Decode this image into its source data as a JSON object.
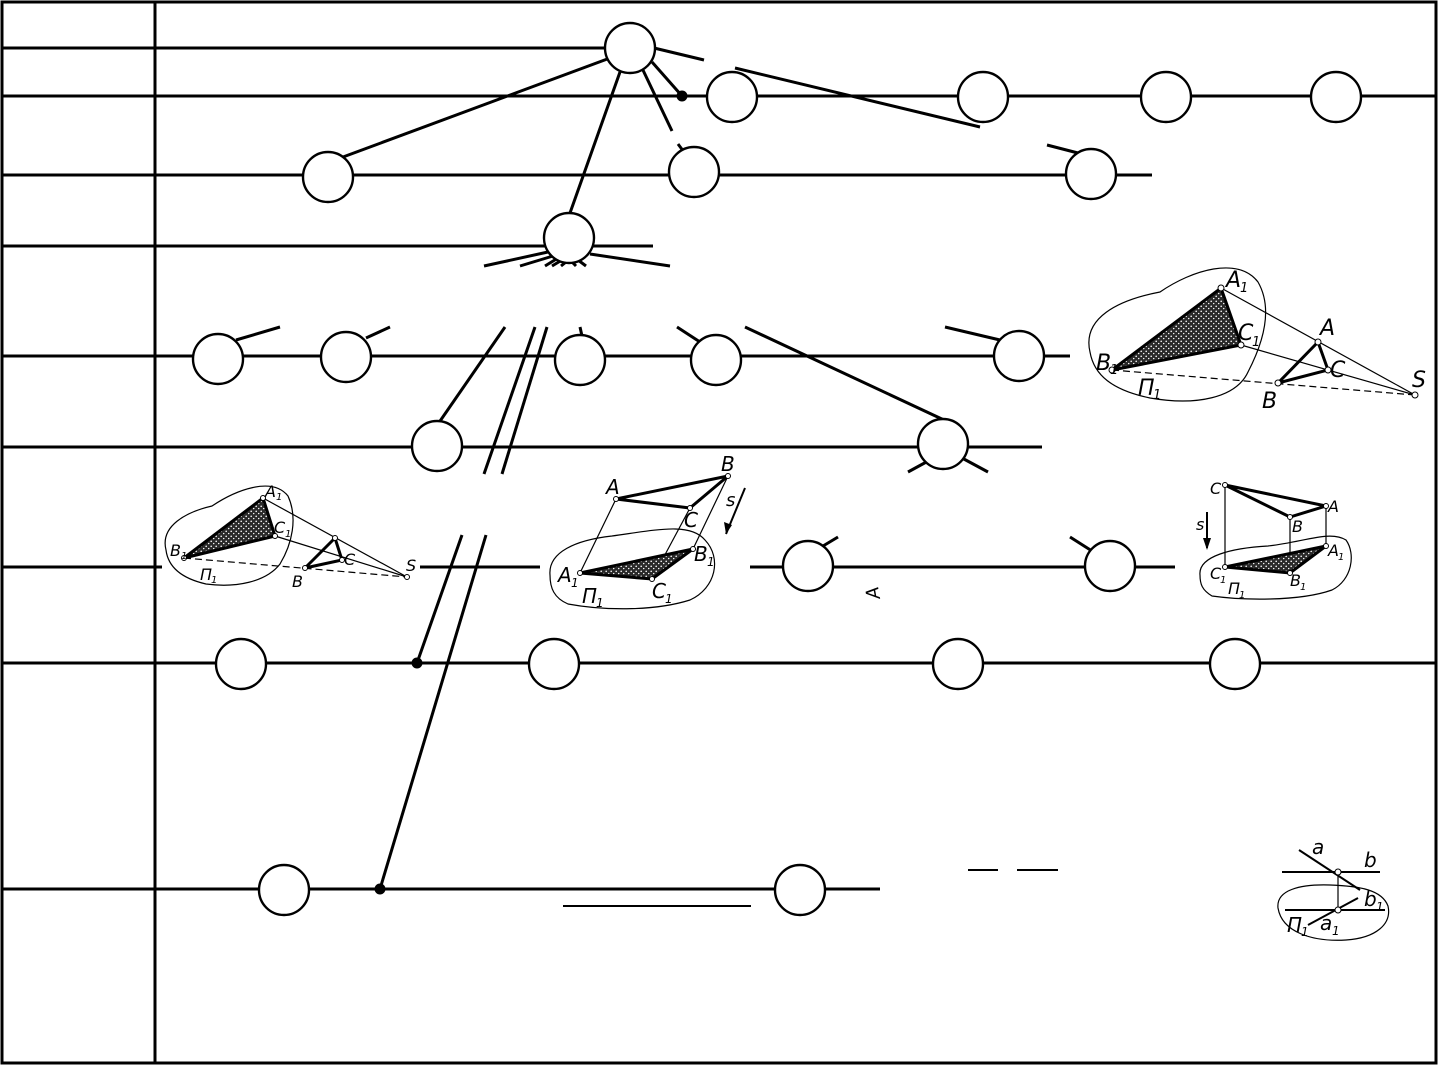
{
  "labels": {
    "fig1": {
      "a1": "A",
      "a1s": "1",
      "b1": "B",
      "b1s": "1",
      "c1": "C",
      "c1s": "1",
      "p1": "Π",
      "p1s": "1",
      "a": "A",
      "b": "B",
      "c": "C",
      "s": "S"
    },
    "fig2": {
      "a1": "A",
      "a1s": "1",
      "b1": "B",
      "b1s": "1",
      "c1": "C",
      "c1s": "1",
      "p1": "Π",
      "p1s": "1",
      "b": "B",
      "c": "C",
      "s": "S"
    },
    "fig3": {
      "a": "A",
      "b": "B",
      "c": "C",
      "s": "s",
      "a1": "A",
      "a1s": "1",
      "b1": "B",
      "b1s": "1",
      "c1": "C",
      "c1s": "1",
      "p1": "Π",
      "p1s": "1"
    },
    "fig4": {
      "c": "C",
      "a": "A",
      "b": "B",
      "s": "s",
      "a1": "A",
      "a1s": "1",
      "b1": "B",
      "b1s": "1",
      "c1": "C",
      "c1s": "1",
      "p1": "Π",
      "p1s": "1"
    },
    "fig5": {
      "a": "a",
      "b": "b",
      "b1": "b",
      "b1s": "1",
      "a1": "a",
      "a1s": "1",
      "p1": "Π",
      "p1s": "1"
    },
    "stray": "А"
  }
}
